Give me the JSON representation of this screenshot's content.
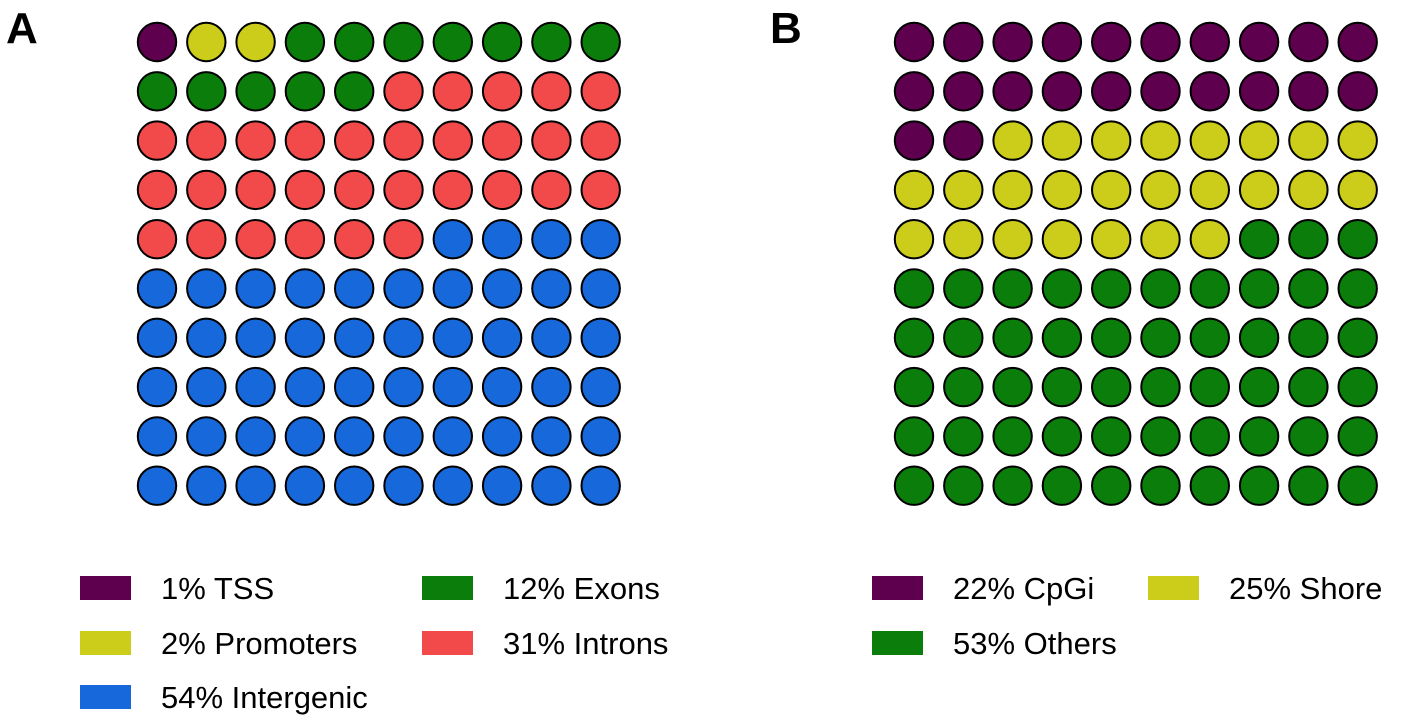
{
  "chart_data": [
    {
      "panel": "A",
      "type": "waffle",
      "grid": {
        "rows": 10,
        "cols": 10
      },
      "series": [
        {
          "name": "TSS",
          "percent": 1,
          "label": "1% TSS",
          "color": "#5f004f"
        },
        {
          "name": "Promoters",
          "percent": 2,
          "label": "2% Promoters",
          "color": "#cccc1a"
        },
        {
          "name": "Exons",
          "percent": 12,
          "label": "12% Exons",
          "color": "#0a7d0a"
        },
        {
          "name": "Introns",
          "percent": 31,
          "label": "31% Introns",
          "color": "#f24a4a"
        },
        {
          "name": "Intergenic",
          "percent": 54,
          "label": "54% Intergenic",
          "color": "#1769db"
        }
      ],
      "legend_order": [
        "TSS",
        "Exons",
        "Promoters",
        "Introns",
        "Intergenic"
      ],
      "legend_placement": "bottom"
    },
    {
      "panel": "B",
      "type": "waffle",
      "grid": {
        "rows": 10,
        "cols": 10
      },
      "series": [
        {
          "name": "CpGi",
          "percent": 22,
          "label": "22% CpGi",
          "color": "#5f004f"
        },
        {
          "name": "Shore",
          "percent": 25,
          "label": "25% Shore",
          "color": "#cccc1a"
        },
        {
          "name": "Others",
          "percent": 53,
          "label": "53% Others",
          "color": "#0a7d0a"
        }
      ],
      "legend_order": [
        "CpGi",
        "Shore",
        "Others"
      ],
      "legend_placement": "bottom"
    }
  ]
}
